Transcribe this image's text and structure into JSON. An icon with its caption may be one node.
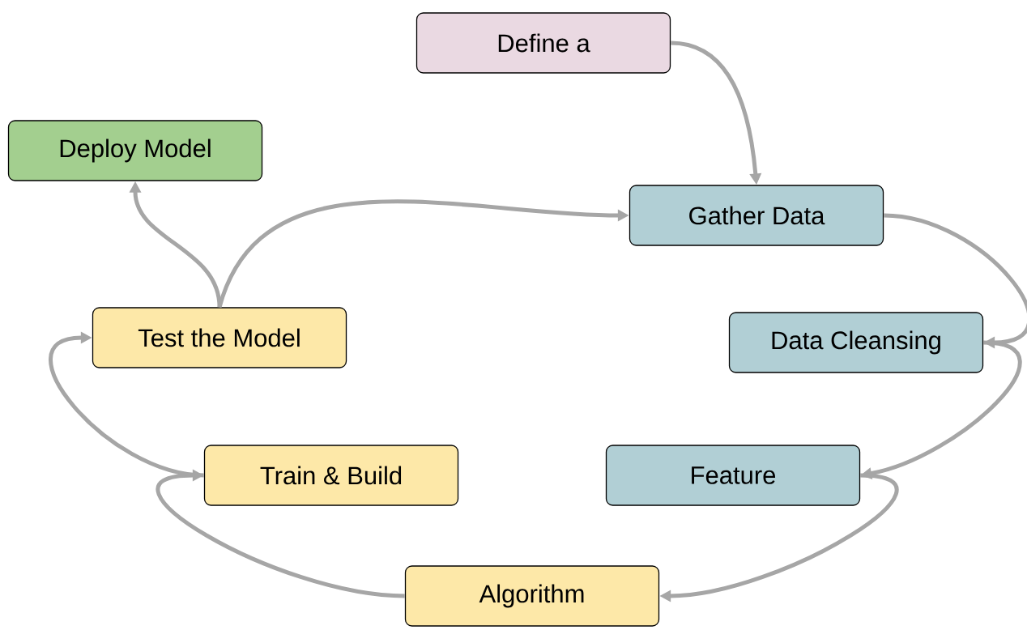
{
  "diagram": {
    "nodes": [
      {
        "text": [
          "Define a"
        ]
      },
      {
        "text": [
          "Deploy Model"
        ]
      },
      {
        "text": [
          "Gather Data"
        ]
      },
      {
        "text": [
          "Test the Model"
        ]
      },
      {
        "text": [
          "Data Cleansing"
        ]
      },
      {
        "text": [
          "Train & Build"
        ]
      },
      {
        "text": [
          "Feature"
        ]
      },
      {
        "text": [
          "Algorithm"
        ]
      }
    ],
    "edges": [
      {
        "from": 0,
        "to": 2,
        "arrow": "to"
      },
      {
        "from": 2,
        "to": 4,
        "arrow": "to"
      },
      {
        "from": 4,
        "to": 6,
        "arrow": "to"
      },
      {
        "from": 6,
        "to": 7,
        "arrow": "to"
      },
      {
        "from": 7,
        "to": 5,
        "arrow": "to"
      },
      {
        "from": 5,
        "to": 3,
        "arrow": "to"
      },
      {
        "from": 3,
        "to": 1,
        "arrow": "to"
      },
      {
        "from": 3,
        "to": 2,
        "arrow": "to"
      }
    ]
  }
}
